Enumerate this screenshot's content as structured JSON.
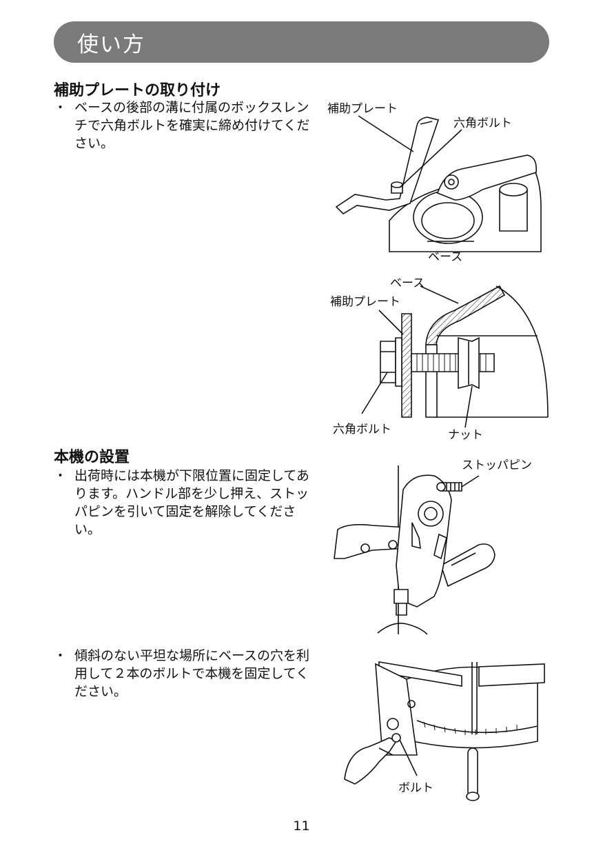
{
  "header": {
    "title": "使い方"
  },
  "sections": [
    {
      "heading": "補助プレートの取り付け",
      "bullet_mark": "・",
      "text": "ベースの後部の溝に付属のボックスレンチで六角ボルトを確実に締め付けてください。"
    },
    {
      "heading": "本機の設置",
      "bullet_mark": "・",
      "text": "出荷時には本機が下限位置に固定してあります。ハンドル部を少し押え、ストッパピンを引いて固定を解除してください。"
    },
    {
      "bullet_mark": "・",
      "text": "傾斜のない平坦な場所にベースの穴を利用して２本のボルトで本機を固定してください。"
    }
  ],
  "figures": {
    "plate_install": {
      "label_plate": "補助プレート",
      "label_bolt": "六角ボルト",
      "label_base": "ベース"
    },
    "plate_section": {
      "label_base": "ベース",
      "label_plate": "補助プレート",
      "label_bolt": "六角ボルト",
      "label_nut": "ナット"
    },
    "stopper": {
      "label_pin": "ストッパピン"
    },
    "base_fix": {
      "label_bolt": "ボルト"
    }
  },
  "page_number": "11"
}
